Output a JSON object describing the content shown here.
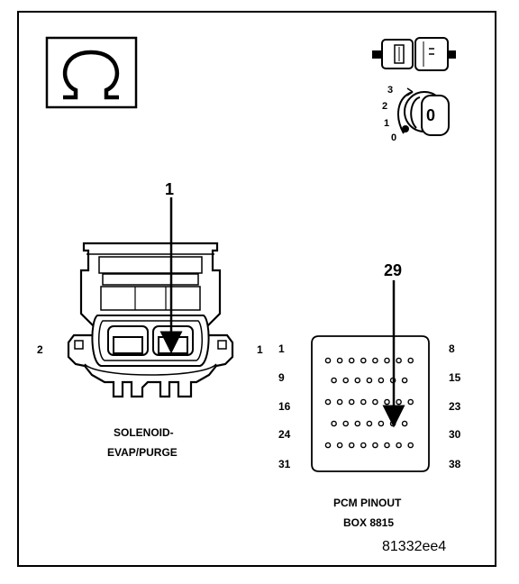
{
  "figure_id": "81332ee4",
  "meter_icon": "ohm-symbol-icon",
  "ignition_icon": {
    "name": "ignition-key-icon",
    "positions": [
      "3",
      "2",
      "1",
      "0"
    ],
    "key_label": "0"
  },
  "connector_icon": "disconnected-connector-icon",
  "solenoid": {
    "title_line1": "SOLENOID-",
    "title_line2": "EVAP/PURGE",
    "pin_left": "2",
    "pin_right": "1",
    "callout": "1"
  },
  "pcm": {
    "title_line1": "PCM PINOUT",
    "title_line2": "BOX 8815",
    "callout": "29",
    "row_start_labels": [
      "1",
      "9",
      "16",
      "24",
      "31"
    ],
    "row_end_labels": [
      "8",
      "15",
      "23",
      "30",
      "38"
    ],
    "row_pin_counts": [
      8,
      7,
      8,
      7,
      8
    ]
  }
}
